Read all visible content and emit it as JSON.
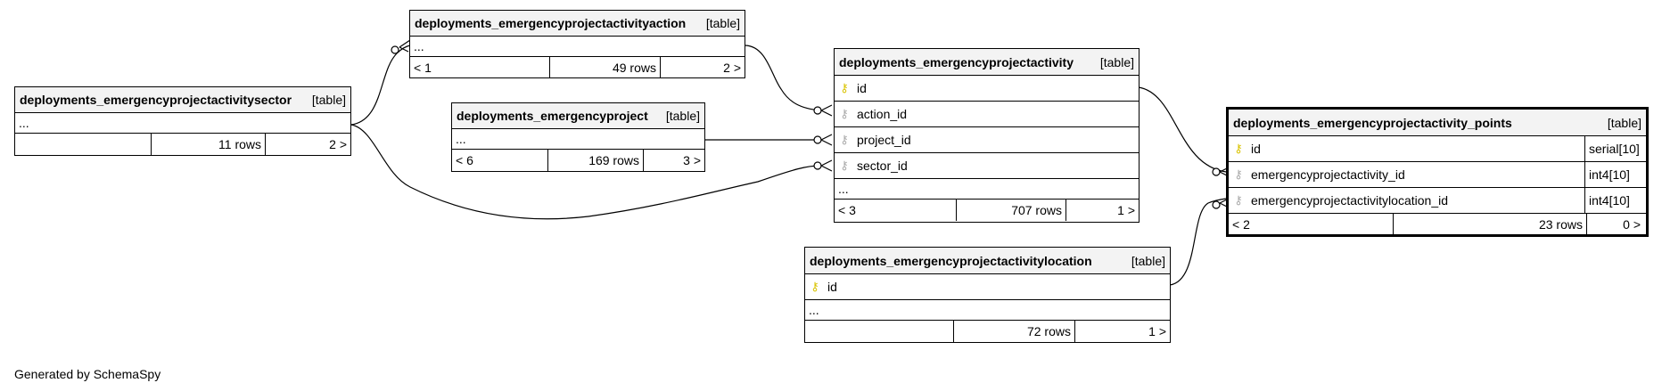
{
  "tables": {
    "action": {
      "name": "deployments_emergencyprojectactivityaction",
      "kind": "[table]",
      "footer": [
        "< 1",
        "49 rows",
        "2 >"
      ]
    },
    "sector": {
      "name": "deployments_emergencyprojectactivitysector",
      "kind": "[table]",
      "footer": [
        "",
        "11 rows",
        "2 >"
      ]
    },
    "project": {
      "name": "deployments_emergencyproject",
      "kind": "[table]",
      "footer": [
        "< 6",
        "169 rows",
        "3 >"
      ]
    },
    "activity": {
      "name": "deployments_emergencyprojectactivity",
      "kind": "[table]",
      "columns": [
        "id",
        "action_id",
        "project_id",
        "sector_id"
      ],
      "footer": [
        "< 3",
        "707 rows",
        "1 >"
      ]
    },
    "location": {
      "name": "deployments_emergencyprojectactivitylocation",
      "kind": "[table]",
      "columns": [
        "id"
      ],
      "footer": [
        "",
        "72 rows",
        "1 >"
      ]
    },
    "points": {
      "name": "deployments_emergencyprojectactivity_points",
      "kind": "[table]",
      "columns": [
        "id",
        "emergencyprojectactivity_id",
        "emergencyprojectactivitylocation_id"
      ],
      "types": [
        "serial[10]",
        "int4[10]",
        "int4[10]"
      ],
      "footer": [
        "< 2",
        "23 rows",
        "0 >"
      ]
    }
  },
  "ellipsis": "...",
  "key_glyph": "⚷",
  "colors": {
    "pk": "#d9c300",
    "fk": "#aaaaaa",
    "header": "#f3f3f3"
  },
  "credit": "Generated by SchemaSpy"
}
